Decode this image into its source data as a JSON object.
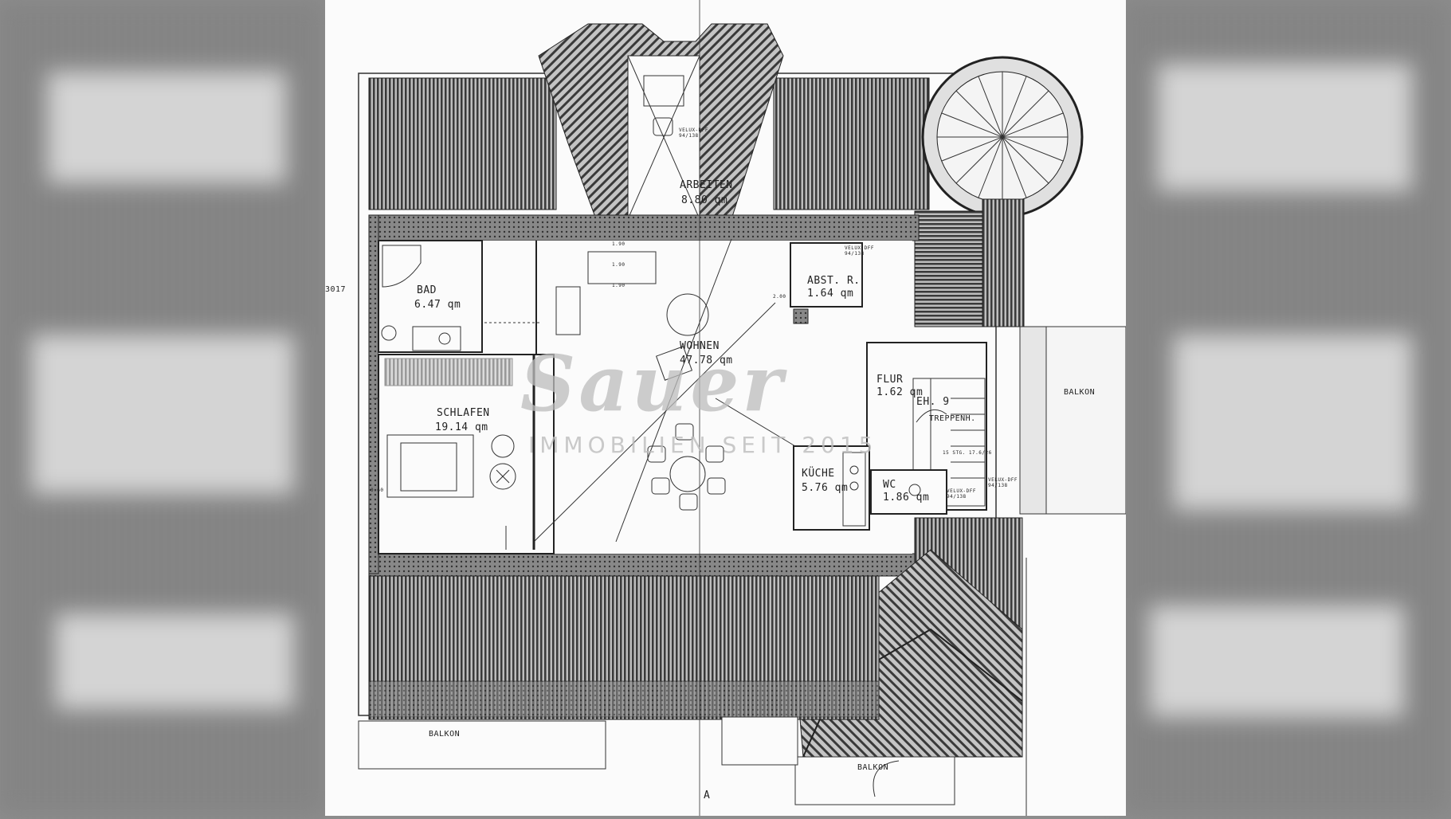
{
  "rooms": [
    {
      "id": "arbeiten",
      "name": "ARBEITEN",
      "area": "8.80 qm"
    },
    {
      "id": "bad",
      "name": "BAD",
      "area": "6.47 qm"
    },
    {
      "id": "abst",
      "name": "ABST. R.",
      "area": "1.64 qm"
    },
    {
      "id": "wohnen",
      "name": "WOHNEN",
      "area": "47.78 qm"
    },
    {
      "id": "flur",
      "name": "FLUR",
      "area": "1.62 qm"
    },
    {
      "id": "schlafen",
      "name": "SCHLAFEN",
      "area": "19.14 qm"
    },
    {
      "id": "kueche",
      "name": "KÜCHE",
      "area": "5.76 qm"
    },
    {
      "id": "wc",
      "name": "WC",
      "area": "1.86 qm"
    }
  ],
  "labels": {
    "balkon_right": "BALKON",
    "balkon_bottom_left": "BALKON",
    "balkon_bottom_right": "BALKON",
    "eh": "EH. 9",
    "treppenhaus": "TREPPENH.",
    "stair_note": "15 STG. 17.6/26",
    "plan_ref": "3017",
    "section_mark": "A",
    "velux1": "VELUX-DFF",
    "velux1_size": "94/138",
    "velux2": "VELUX-DFF",
    "velux2_size": "94/138",
    "velux3": "VELUX-DFF",
    "velux3_size": "94/138",
    "velux4": "VELUX-DFF",
    "velux4_size": "94/138",
    "dim_1": "1.90",
    "dim_2": "1.90",
    "dim_3": "1.90",
    "dim_4": "2.00",
    "dim_5": "0.60"
  },
  "watermark": {
    "brand": "Sauer",
    "tagline": "IMMOBILIEN SEIT 2015"
  }
}
